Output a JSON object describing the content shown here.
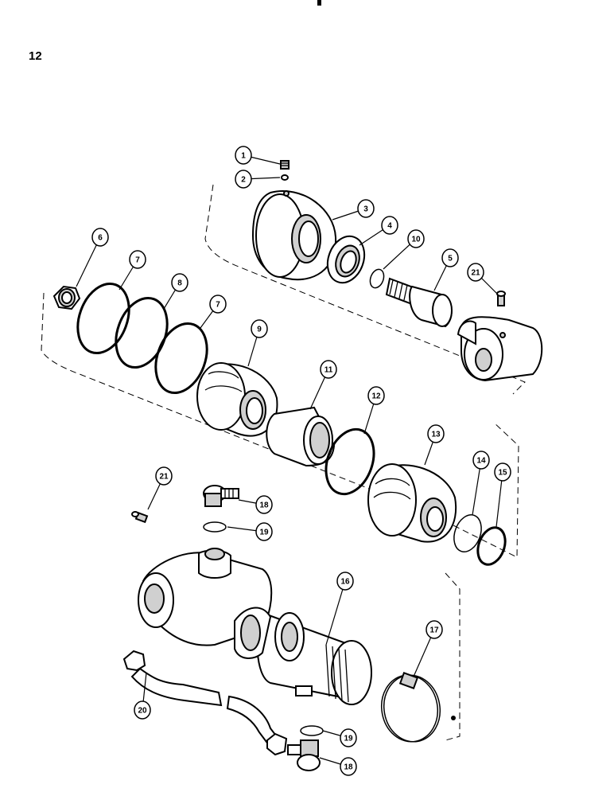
{
  "page_number": "12",
  "callouts": [
    {
      "id": "c1",
      "label": "1"
    },
    {
      "id": "c2",
      "label": "2"
    },
    {
      "id": "c3",
      "label": "3"
    },
    {
      "id": "c4",
      "label": "4"
    },
    {
      "id": "c10",
      "label": "10"
    },
    {
      "id": "c5",
      "label": "5"
    },
    {
      "id": "c21a",
      "label": "21"
    },
    {
      "id": "c6",
      "label": "6"
    },
    {
      "id": "c7a",
      "label": "7"
    },
    {
      "id": "c8",
      "label": "8"
    },
    {
      "id": "c7b",
      "label": "7"
    },
    {
      "id": "c9",
      "label": "9"
    },
    {
      "id": "c11",
      "label": "11"
    },
    {
      "id": "c12",
      "label": "12"
    },
    {
      "id": "c13",
      "label": "13"
    },
    {
      "id": "c14",
      "label": "14"
    },
    {
      "id": "c15",
      "label": "15"
    },
    {
      "id": "c21b",
      "label": "21"
    },
    {
      "id": "c18a",
      "label": "18"
    },
    {
      "id": "c19a",
      "label": "19"
    },
    {
      "id": "c16",
      "label": "16"
    },
    {
      "id": "c17",
      "label": "17"
    },
    {
      "id": "c20",
      "label": "20"
    },
    {
      "id": "c19b",
      "label": "19"
    },
    {
      "id": "c18b",
      "label": "18"
    }
  ]
}
